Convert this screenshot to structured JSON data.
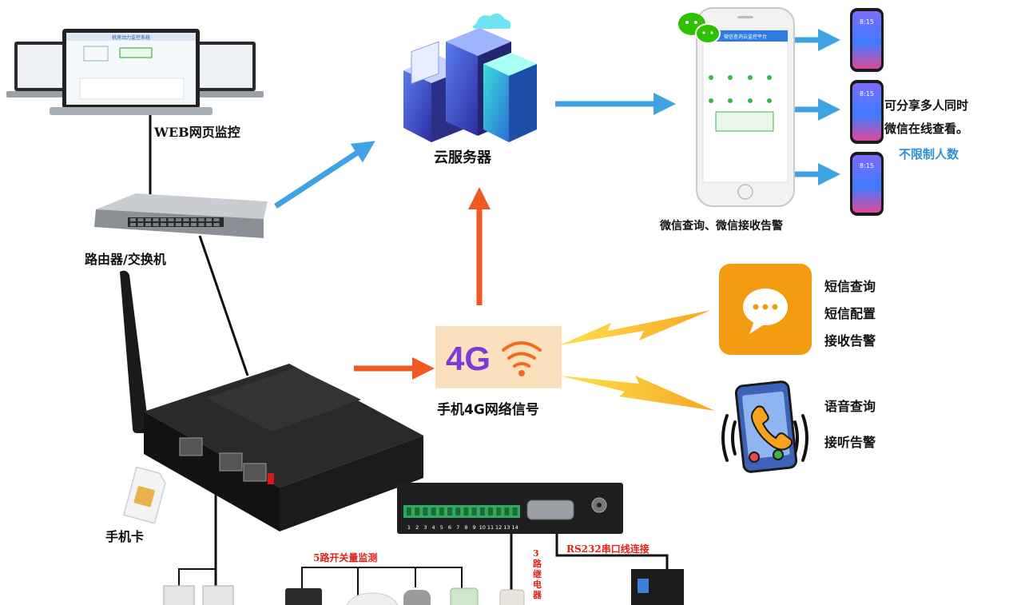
{
  "labels": {
    "web_monitor": "WEB网页监控",
    "cloud_server": "云服务器",
    "router_switch": "路由器/交换机",
    "sim_card": "手机卡",
    "mobile_4g_signal": "手机4G网络信号",
    "wechat_caption": "微信查询、微信接收告警",
    "share_line1": "可分享多人同时",
    "share_line2": "微信在线查看。",
    "unlimited_people": "不限制人数",
    "sms_query": "短信查询",
    "sms_config": "短信配置",
    "sms_alarm": "接收告警",
    "voice_query": "语音查询",
    "voice_alarm": "接听告警",
    "switch_monitor_5": "5路开关量监测",
    "relay_3": "3路继电器",
    "rs232_link": "RS232串口线连接"
  },
  "device_text": {
    "four_g_badge": "4G",
    "laptop_title": "机房动力监控系统",
    "phone_header": "微信查询云监控平台",
    "phone_time": "8:15",
    "terminal_numbers": [
      "1",
      "2",
      "3",
      "4",
      "5",
      "6",
      "7",
      "8",
      "9",
      "10",
      "11",
      "12",
      "13",
      "14"
    ]
  },
  "colors": {
    "blue_arrow": "#3fa3e3",
    "orange_arrow": "#ee5a22",
    "sms_orange": "#f39c12",
    "label_blue": "#2e8fd8",
    "label_red": "#e0201b",
    "badge_bg": "#fbe0bd",
    "badge_purple": "#7a3bd8",
    "badge_orange": "#f26a1b"
  }
}
